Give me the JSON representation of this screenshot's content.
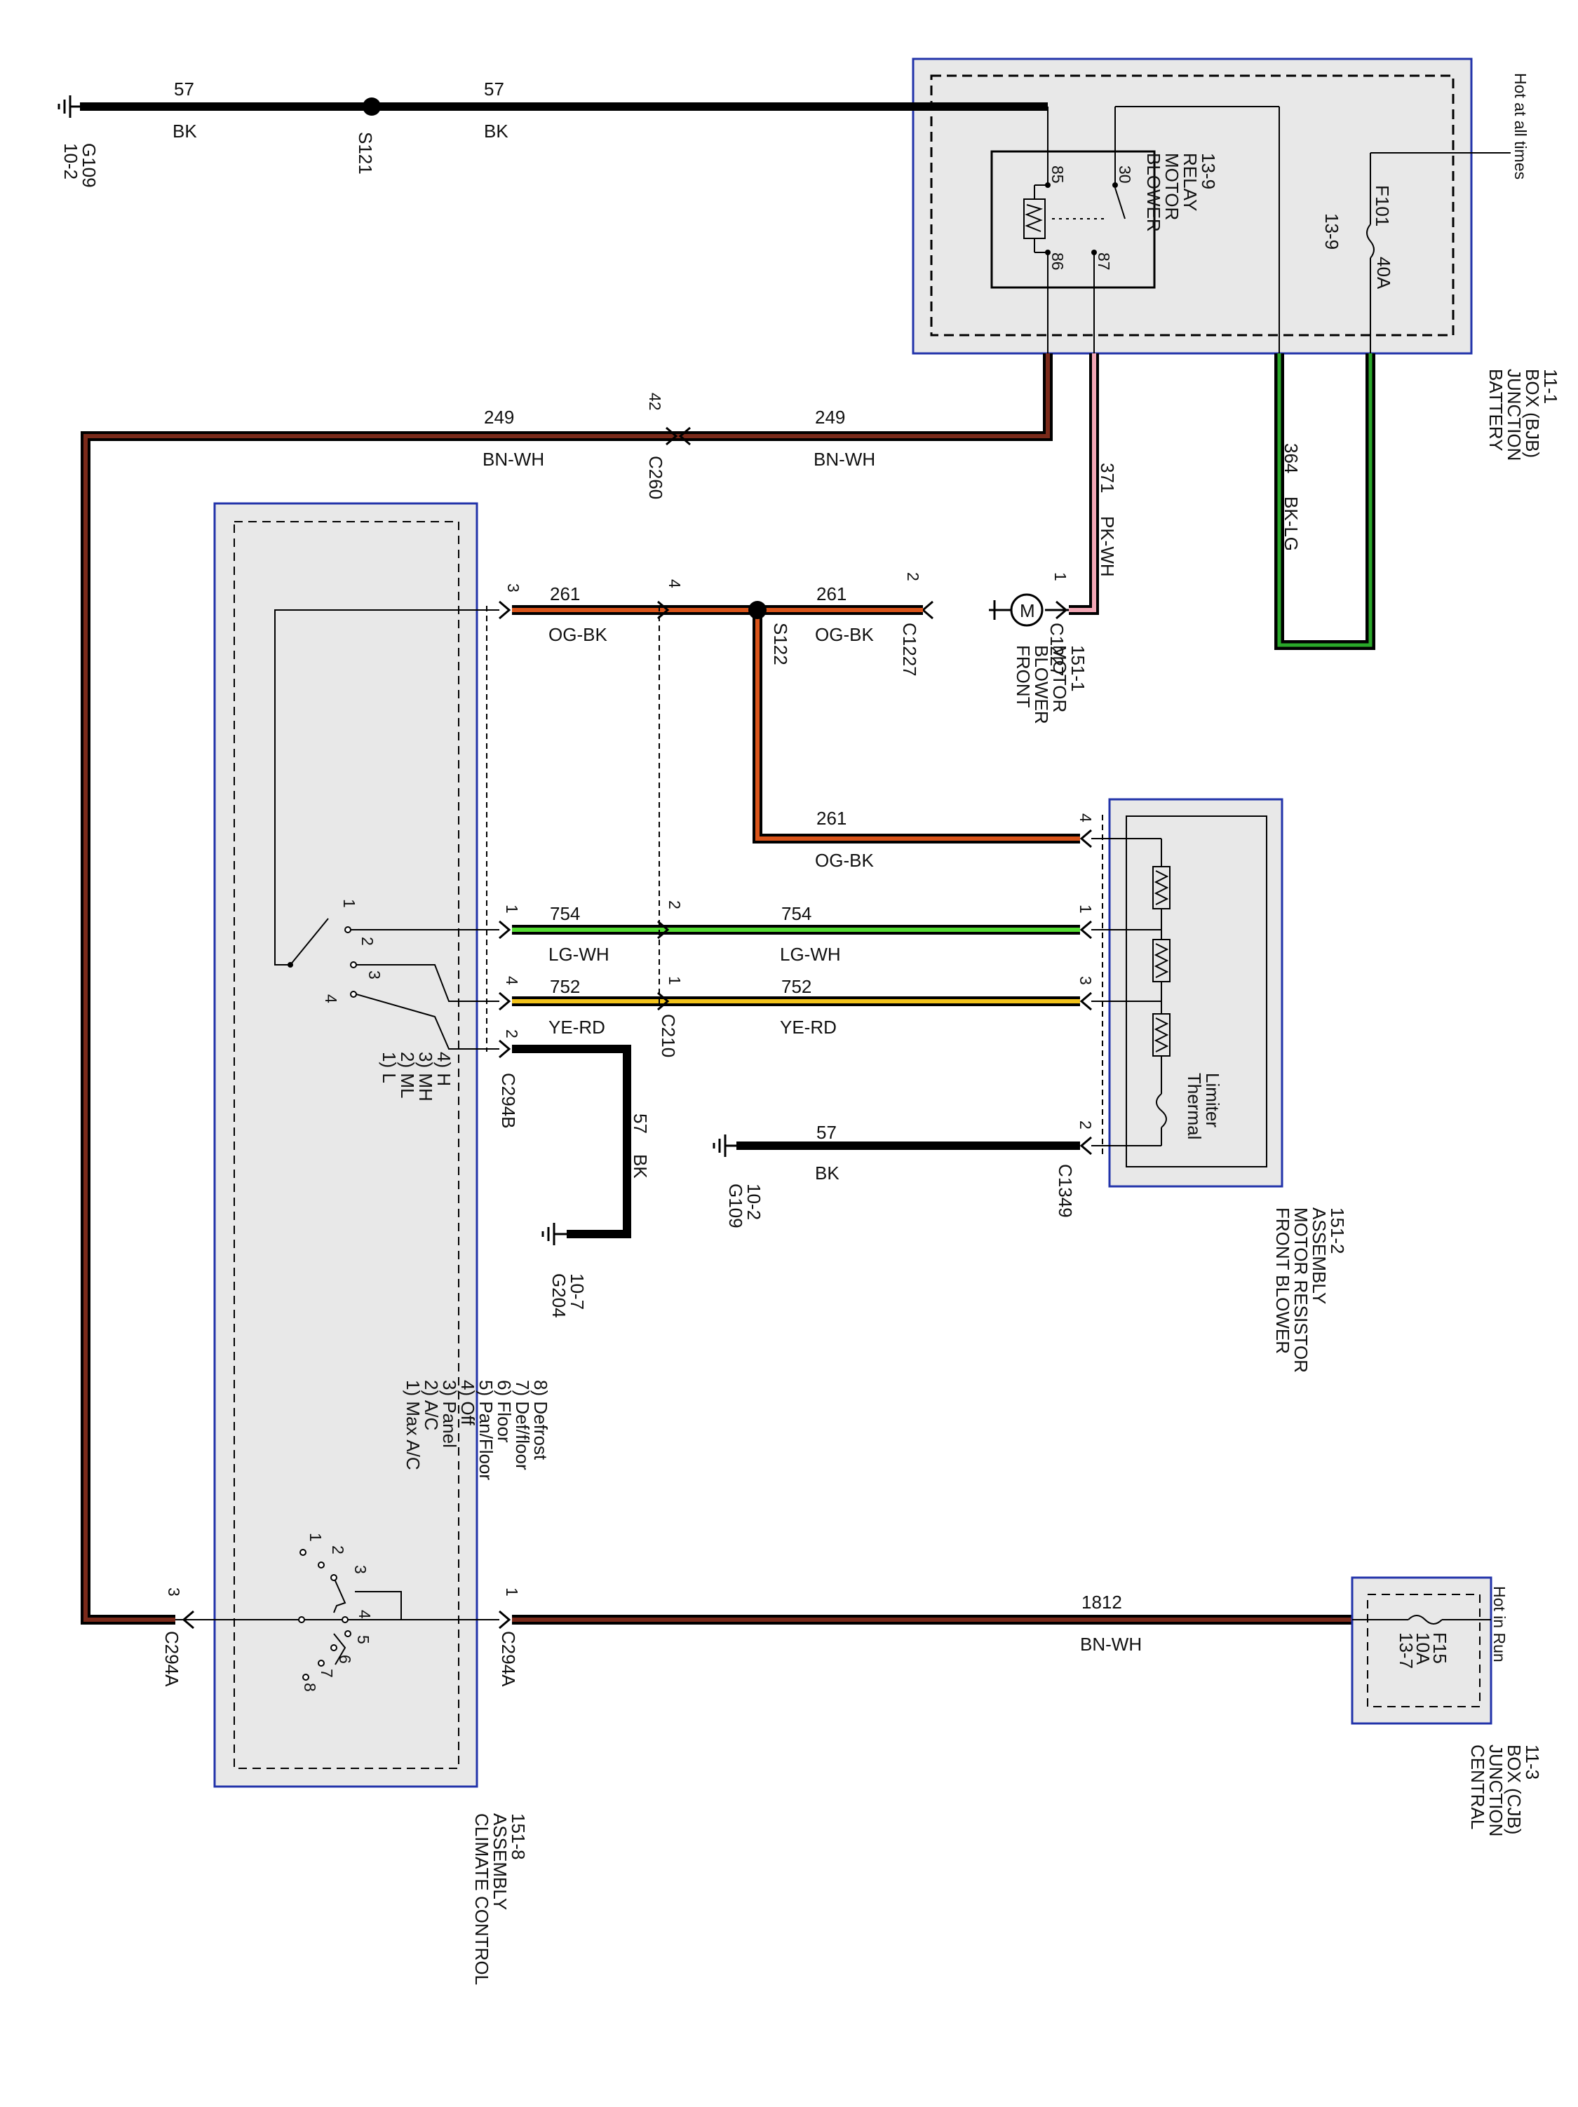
{
  "diagram": {
    "title": "",
    "wires": [
      {
        "circuit": "57",
        "color": "BK"
      },
      {
        "circuit": "57",
        "color": "BK"
      },
      {
        "circuit": "249",
        "color": "BN-WH"
      },
      {
        "circuit": "249",
        "color": "BN-WH"
      },
      {
        "circuit": "371",
        "color": "PK-WH"
      },
      {
        "circuit": "364",
        "color": "BK-LG"
      },
      {
        "circuit": "261",
        "color": "OG-BK"
      },
      {
        "circuit": "261",
        "color": "OG-BK"
      },
      {
        "circuit": "261",
        "color": "OG-BK"
      },
      {
        "circuit": "754",
        "color": "LG-WH"
      },
      {
        "circuit": "754",
        "color": "LG-WH"
      },
      {
        "circuit": "752",
        "color": "YE-RD"
      },
      {
        "circuit": "752",
        "color": "YE-RD"
      },
      {
        "circuit": "57",
        "color": "BK"
      },
      {
        "circuit": "57",
        "color": "BK"
      },
      {
        "circuit": "1812",
        "color": "BN-WH"
      }
    ],
    "grounds": [
      {
        "id": "G109",
        "page": "10-2"
      },
      {
        "id": "G204",
        "page": "10-7"
      },
      {
        "id": "G109",
        "page": "10-2"
      }
    ],
    "splices": [
      "S121",
      "S122"
    ],
    "connectors": {
      "c260": "C260",
      "c260_pin": "42",
      "c1227_a": "C1227",
      "c1227_b": "C1227",
      "c210": "C210",
      "c294b": "C294B",
      "c294a_left": "C294A",
      "c294a_right": "C294A",
      "c1349": "C1349"
    },
    "pins": {
      "c294b_3": "3",
      "c210_4": "4",
      "c1227_2": "2",
      "c1227_1": "1",
      "res_4": "4",
      "c294b_1": "1",
      "c210_2": "2",
      "res_1": "1",
      "c294b_4": "4",
      "c210_1": "1",
      "res_3": "3",
      "c294b_2": "2",
      "res_2": "2",
      "c294a_3": "3",
      "c294a_1": "1"
    },
    "bjb": {
      "label_lines": [
        "BATTERY",
        "JUNCTION",
        "BOX (BJB)",
        "11-1"
      ],
      "hot_label": "Hot at all times",
      "relay_lines": [
        "BLOWER",
        "MOTOR",
        "RELAY",
        "13-9"
      ],
      "relay_pins": [
        "85",
        "86",
        "30",
        "87"
      ],
      "fuse": "F101",
      "fuse_rating": "40A",
      "fuse_page": "13-9"
    },
    "motor": {
      "label_lines": [
        "FRONT",
        "BLOWER",
        "MOTOR",
        "151-1"
      ],
      "symbol": "M"
    },
    "resistor": {
      "label_lines": [
        "FRONT BLOWER",
        "MOTOR RESISTOR",
        "ASSEMBLY",
        "151-2"
      ],
      "limiter_lines": [
        "Thermal",
        "Limiter"
      ]
    },
    "climate": {
      "label_lines": [
        "CLIMATE CONTROL",
        "ASSEMBLY",
        "151-8"
      ],
      "blower_switch_pins": [
        "1",
        "2",
        "3",
        "4"
      ],
      "blower_speeds": [
        "1) L",
        "2) ML",
        "3) MH",
        "4) H"
      ],
      "mode_pins": [
        "1",
        "2",
        "3",
        "4",
        "5",
        "6",
        "7",
        "8"
      ],
      "modes": [
        "1) Max A/C",
        "2) A/C",
        "3) Panel",
        "4) Off",
        "5) Pan/Floor",
        "6) Floor",
        "7) Def/floor",
        "8) Defrost"
      ]
    },
    "cjb": {
      "label_lines": [
        "CENTRAL",
        "JUNCTION",
        "BOX (CJB)",
        "11-3"
      ],
      "hot_label": "Hot in Run",
      "fuse": "F15",
      "fuse_rating": "10A",
      "fuse_page": "13-7"
    }
  }
}
